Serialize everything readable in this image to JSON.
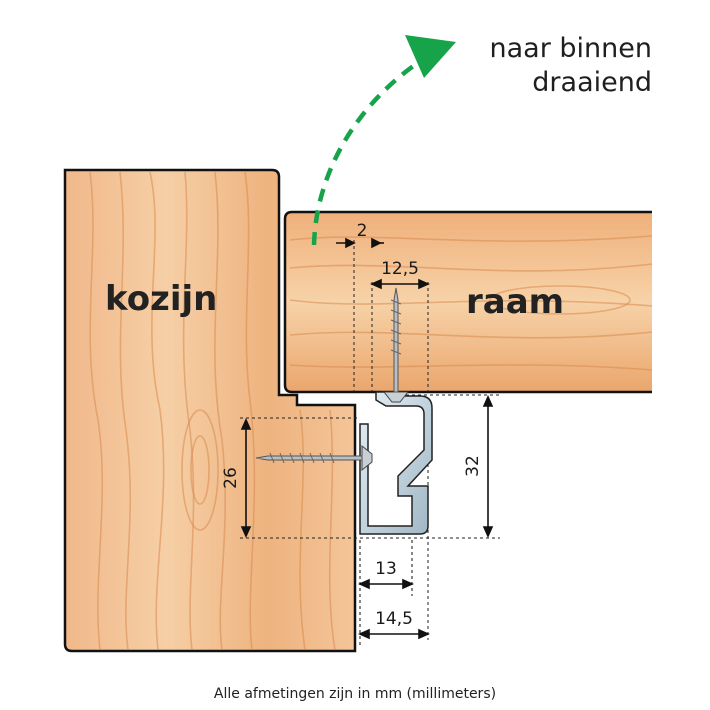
{
  "labels": {
    "frame": "kozijn",
    "sash": "raam",
    "rotation_line1": "naar binnen",
    "rotation_line2": "draaiend"
  },
  "dimensions": {
    "gap": "2",
    "sash_depth": "12,5",
    "frame_depth": "26",
    "profile_height": "32",
    "profile_width_inner": "13",
    "profile_width_outer": "14,5"
  },
  "caption": "Alle afmetingen zijn in mm (millimeters)",
  "colors": {
    "arrow": "#16a34a",
    "wood_light": "#f3c9a0",
    "wood_dark": "#d98a4f",
    "profile": "#c9dde8",
    "outline": "#111111"
  }
}
